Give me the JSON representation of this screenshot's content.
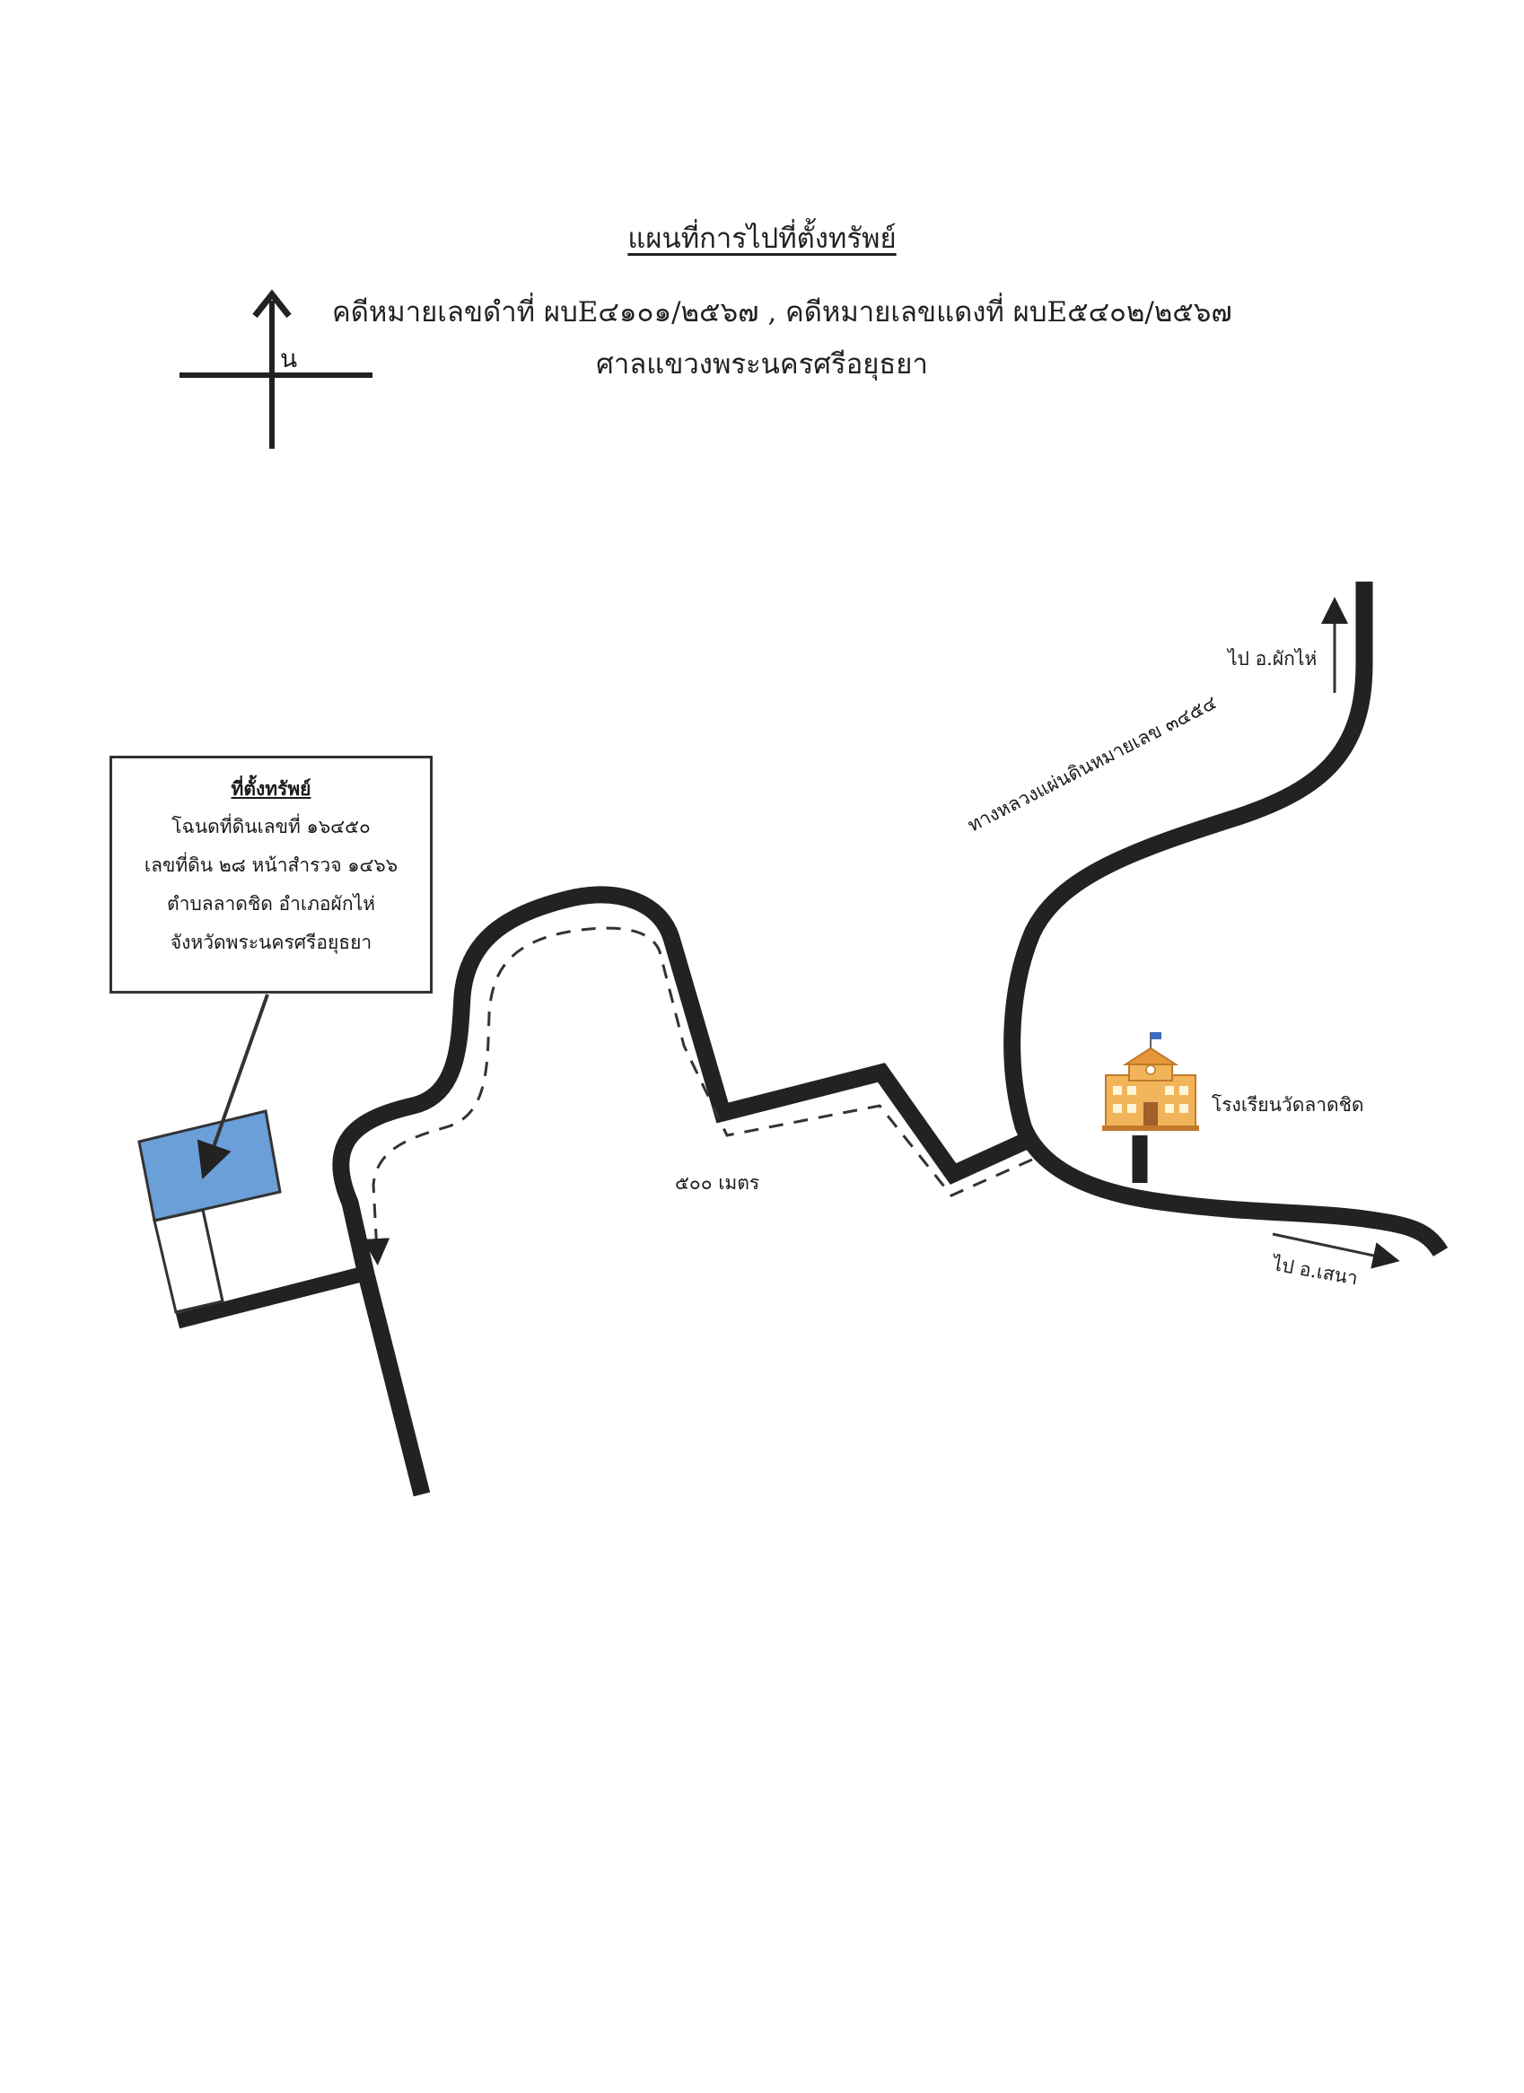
{
  "header": {
    "title": "แผนที่การไปที่ตั้งทรัพย์",
    "case_numbers": "คดีหมายเลขดำที่ ผบE๔๑๐๑/๒๕๖๗  ,  คดีหมายเลขแดงที่ ผบE๕๔๐๒/๒๕๖๗",
    "court": "ศาลแขวงพระนครศรีอยุธยา"
  },
  "compass": {
    "north_label": "น"
  },
  "property_box": {
    "title": "ที่ตั้งทรัพย์",
    "lines": [
      "โฉนดที่ดินเลขที่ ๑๖๔๕๐",
      "เลขที่ดิน ๒๘ หน้าสำรวจ ๑๔๖๖",
      "ตำบลลาดชิด อำเภอผักไห่",
      "จังหวัดพระนครศรีอยุธยา"
    ]
  },
  "labels": {
    "to_phak_hai": "ไป อ.ผักไห่",
    "highway": "ทางหลวงแผ่นดินหมายเลข ๓๔๕๔",
    "school": "โรงเรียนวัดลาดชิด",
    "distance": "๕๐๐ เมตร",
    "to_sena": "ไป อ.เสนา"
  },
  "colors": {
    "road": "#222222",
    "property_fill": "#6a9fd8",
    "school_body": "#f2b45a"
  },
  "icons": {
    "school": "school-building-icon",
    "north": "north-arrow-icon"
  }
}
